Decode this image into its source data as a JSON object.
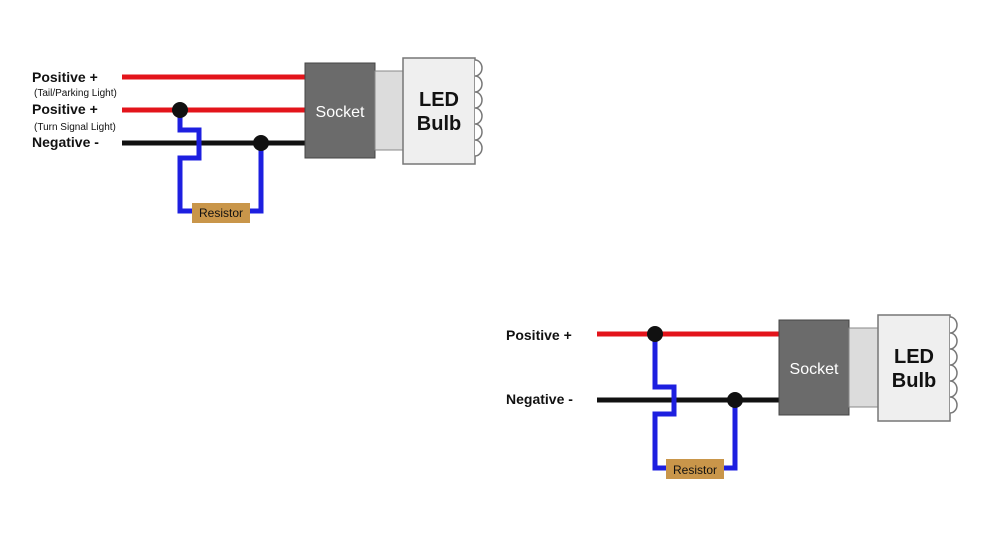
{
  "diagram1": {
    "positive1_label": "Positive +",
    "positive1_sub": "(Tail/Parking Light)",
    "positive2_label": "Positive +",
    "positive2_sub": "(Turn Signal Light)",
    "negative_label": "Negative -",
    "socket_label": "Socket",
    "bulb_line1": "LED",
    "bulb_line2": "Bulb",
    "resistor_label": "Resistor"
  },
  "diagram2": {
    "positive_label": "Positive +",
    "negative_label": "Negative -",
    "socket_label": "Socket",
    "bulb_line1": "LED",
    "bulb_line2": "Bulb",
    "resistor_label": "Resistor"
  },
  "colors": {
    "positive_wire": "#e3141b",
    "negative_wire": "#111111",
    "resistor_lead": "#1d1fe0",
    "resistor_body": "#c9964a",
    "socket": "#6b6b6b",
    "bulb_collar": "#dcdcdc",
    "bulb": "#efefef"
  }
}
